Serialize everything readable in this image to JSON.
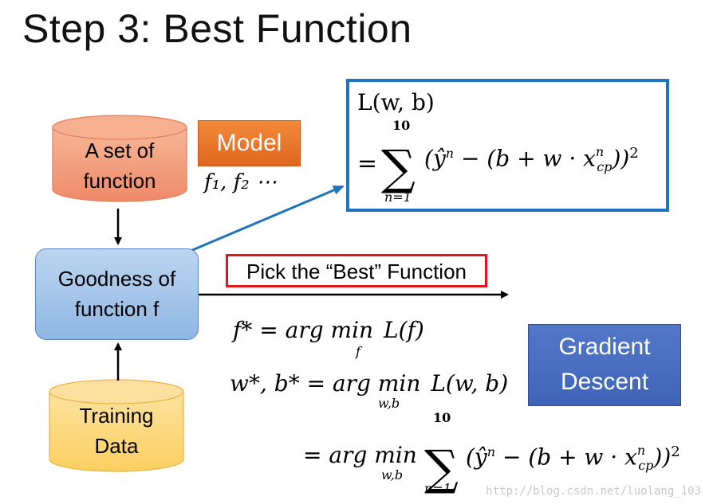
{
  "title": "Step 3: Best Function",
  "model_set": {
    "line1": "A set of",
    "line2": "function"
  },
  "model_badge": "Model",
  "function_list": "f₁, f₂ ⋯",
  "goodness": {
    "line1": "Goodness of",
    "line2": "function f"
  },
  "training": {
    "line1": "Training",
    "line2": "Data"
  },
  "pick_label": "Pick the “Best” Function",
  "gradient": {
    "line1": "Gradient",
    "line2": "Descent"
  },
  "loss_formula": {
    "lhs": "L(w, b)",
    "sum_upper": "10",
    "sum_lower": "n=1"
  },
  "eq1": {
    "lhs": "f* = arg min",
    "sub": "f",
    "rhs": "L(f)"
  },
  "eq2": {
    "lhs": "w*, b* = arg min",
    "sub": "w,b",
    "rhs": "L(w, b)"
  },
  "eq3": {
    "lhs": "= arg min",
    "sub": "w,b",
    "sum_upper": "10",
    "sum_lower": "n=1"
  },
  "watermark": "http://blog.csdn.net/luolang_103",
  "colors": {
    "model_cylinder": "#f0a080",
    "training_cylinder": "#fcd77f",
    "goodness_box": "#a8c6ea",
    "model_badge": "#ec7a30",
    "gradient_box": "#4a6fc0",
    "pick_border": "#e0141c",
    "formula_border": "#1f74c0",
    "arrow_blue": "#1f74c0"
  }
}
